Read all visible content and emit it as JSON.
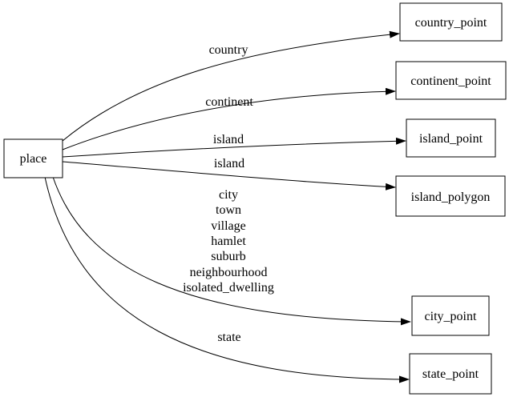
{
  "diagram": {
    "type": "directed-graph",
    "colors": {
      "background": "#ffffff",
      "node_fill": "#ffffff",
      "node_border": "#000000",
      "edge_stroke": "#000000",
      "text": "#000000"
    },
    "nodes": {
      "place": {
        "label": "place"
      },
      "country_point": {
        "label": "country_point"
      },
      "continent_point": {
        "label": "continent_point"
      },
      "island_point": {
        "label": "island_point"
      },
      "island_polygon": {
        "label": "island_polygon"
      },
      "city_point": {
        "label": "city_point"
      },
      "state_point": {
        "label": "state_point"
      }
    },
    "edges": {
      "country": {
        "from": "place",
        "to": "country_point",
        "label": "country"
      },
      "continent": {
        "from": "place",
        "to": "continent_point",
        "label": "continent"
      },
      "island_point": {
        "from": "place",
        "to": "island_point",
        "label": "island"
      },
      "island_polygon": {
        "from": "place",
        "to": "island_polygon",
        "label": "island"
      },
      "city": {
        "from": "place",
        "to": "city_point",
        "label_lines": [
          "city",
          "town",
          "village",
          "hamlet",
          "suburb",
          "neighbourhood",
          "isolated_dwelling"
        ]
      },
      "state": {
        "from": "place",
        "to": "state_point",
        "label": "state"
      }
    }
  }
}
